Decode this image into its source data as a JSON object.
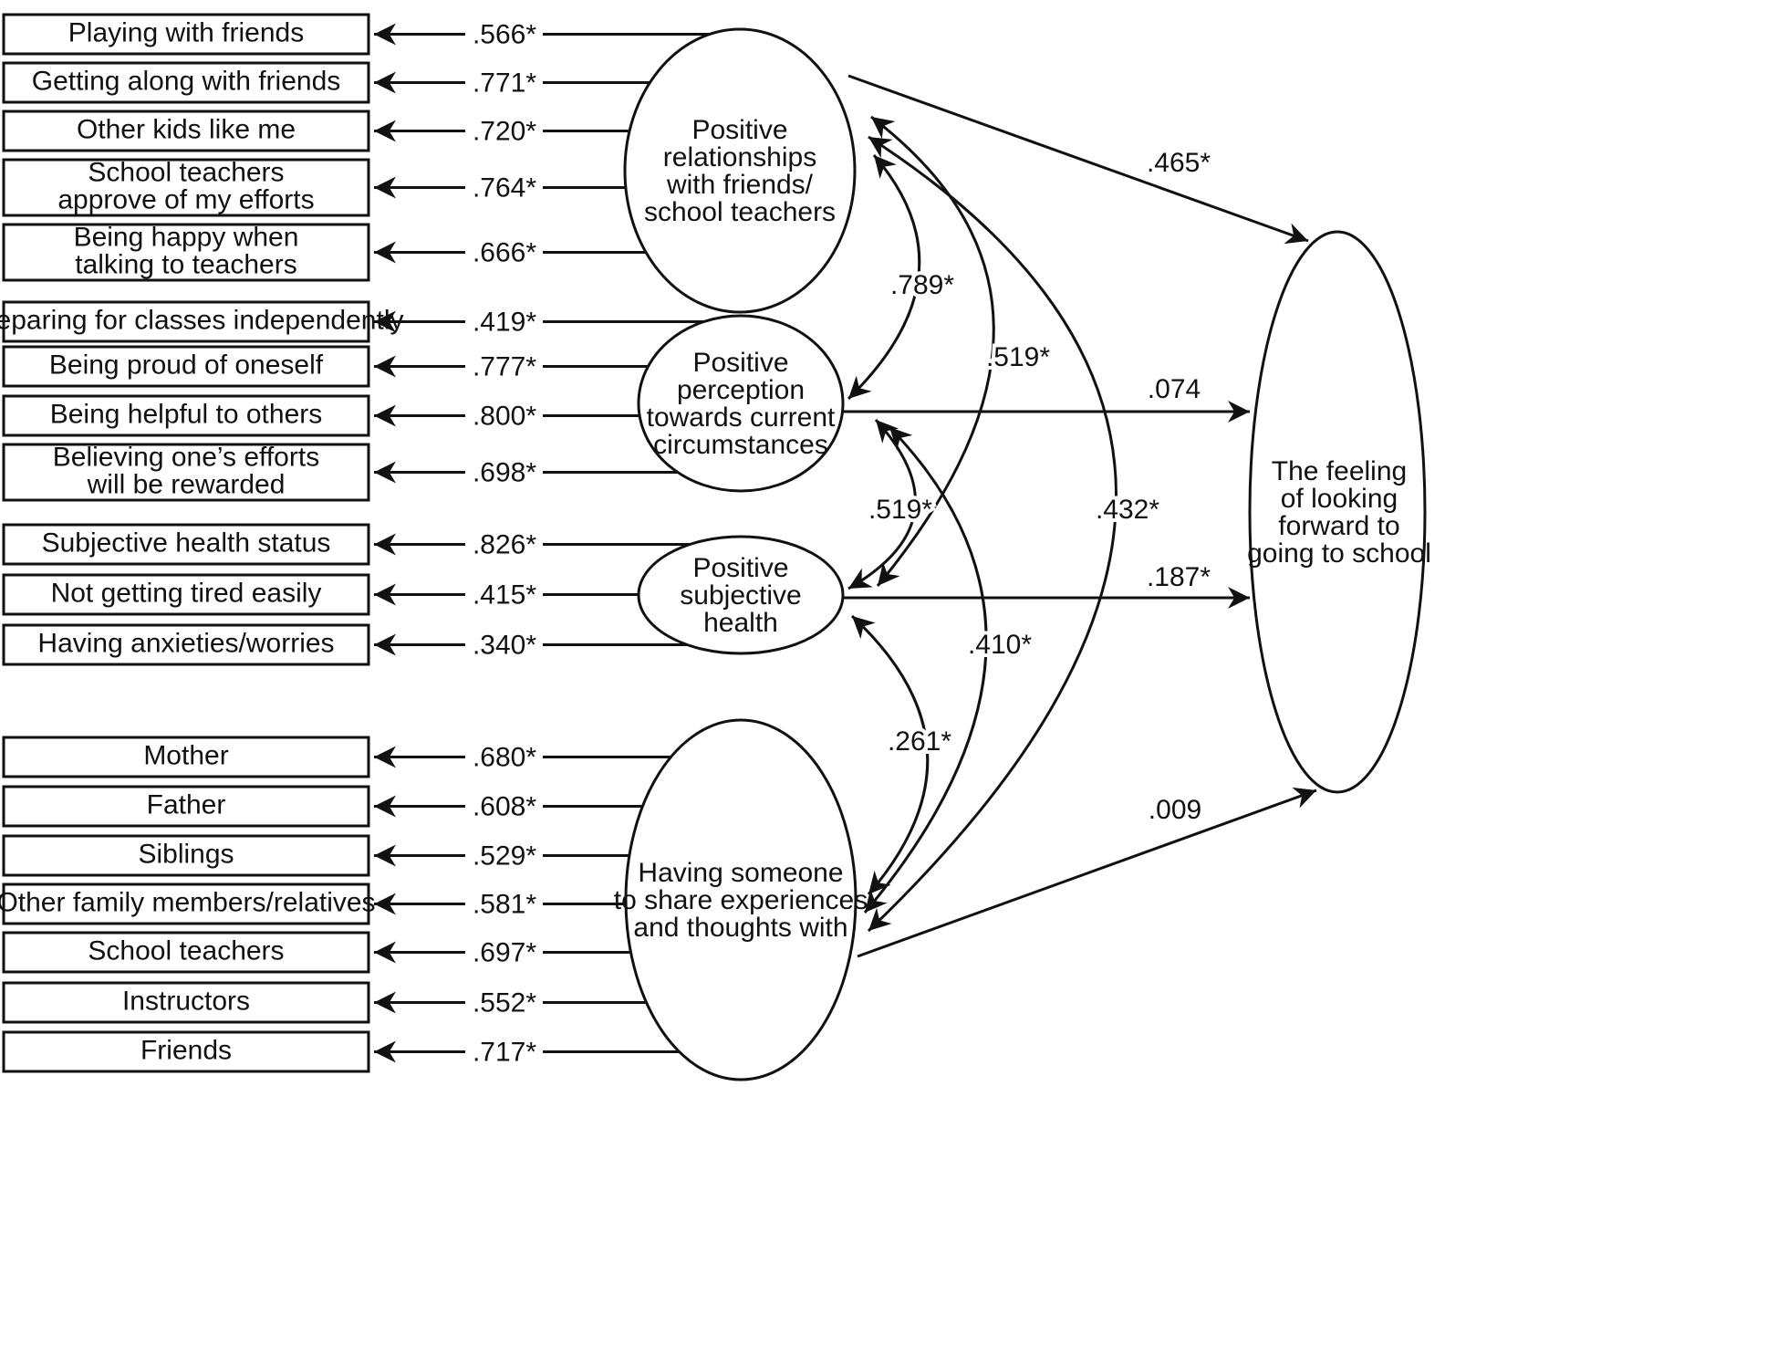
{
  "indicators": [
    {
      "lines": [
        "Playing with friends"
      ],
      "loading": ".566*"
    },
    {
      "lines": [
        "Getting along with friends"
      ],
      "loading": ".771*"
    },
    {
      "lines": [
        "Other kids like me"
      ],
      "loading": ".720*"
    },
    {
      "lines": [
        "School teachers",
        "approve of my efforts"
      ],
      "loading": ".764*"
    },
    {
      "lines": [
        "Being happy when",
        "talking to teachers"
      ],
      "loading": ".666*"
    },
    {
      "lines": [
        "Preparing for classes independently"
      ],
      "loading": ".419*"
    },
    {
      "lines": [
        "Being proud of oneself"
      ],
      "loading": ".777*"
    },
    {
      "lines": [
        "Being helpful to others"
      ],
      "loading": ".800*"
    },
    {
      "lines": [
        "Believing one’s efforts",
        "will be rewarded"
      ],
      "loading": ".698*"
    },
    {
      "lines": [
        "Subjective health status"
      ],
      "loading": ".826*"
    },
    {
      "lines": [
        "Not getting tired easily"
      ],
      "loading": ".415*"
    },
    {
      "lines": [
        "Having anxieties/worries"
      ],
      "loading": ".340*"
    },
    {
      "lines": [
        "Mother"
      ],
      "loading": ".680*"
    },
    {
      "lines": [
        "Father"
      ],
      "loading": ".608*"
    },
    {
      "lines": [
        "Siblings"
      ],
      "loading": ".529*"
    },
    {
      "lines": [
        "Other family members/relatives"
      ],
      "loading": ".581*"
    },
    {
      "lines": [
        "School teachers"
      ],
      "loading": ".697*"
    },
    {
      "lines": [
        "Instructors"
      ],
      "loading": ".552*"
    },
    {
      "lines": [
        "Friends"
      ],
      "loading": ".717*"
    }
  ],
  "factors": [
    {
      "id": "relationships",
      "lines": [
        "Positive",
        "relationships",
        "with friends/",
        "school teachers"
      ]
    },
    {
      "id": "perception",
      "lines": [
        "Positive",
        "perception",
        "towards current",
        "circumstances"
      ]
    },
    {
      "id": "health",
      "lines": [
        "Positive",
        "subjective",
        "health"
      ]
    },
    {
      "id": "sharing",
      "lines": [
        "Having someone",
        "to share experiences",
        "and thoughts with"
      ]
    }
  ],
  "outcome": {
    "lines": [
      "The feeling",
      "of looking",
      "forward to",
      "going to school"
    ]
  },
  "paths": [
    {
      "from": "relationships",
      "value": ".465*"
    },
    {
      "from": "perception",
      "value": ".074"
    },
    {
      "from": "health",
      "value": ".187*"
    },
    {
      "from": "sharing",
      "value": ".009"
    }
  ],
  "correlations": [
    {
      "between": [
        "relationships",
        "perception"
      ],
      "value": ".789*"
    },
    {
      "between": [
        "relationships",
        "health"
      ],
      "value": ".519*"
    },
    {
      "between": [
        "relationships",
        "sharing"
      ],
      "value": ".432*"
    },
    {
      "between": [
        "perception",
        "health"
      ],
      "value": ".519*"
    },
    {
      "between": [
        "perception",
        "sharing"
      ],
      "value": ".410*"
    },
    {
      "between": [
        "health",
        "sharing"
      ],
      "value": ".261*"
    }
  ]
}
